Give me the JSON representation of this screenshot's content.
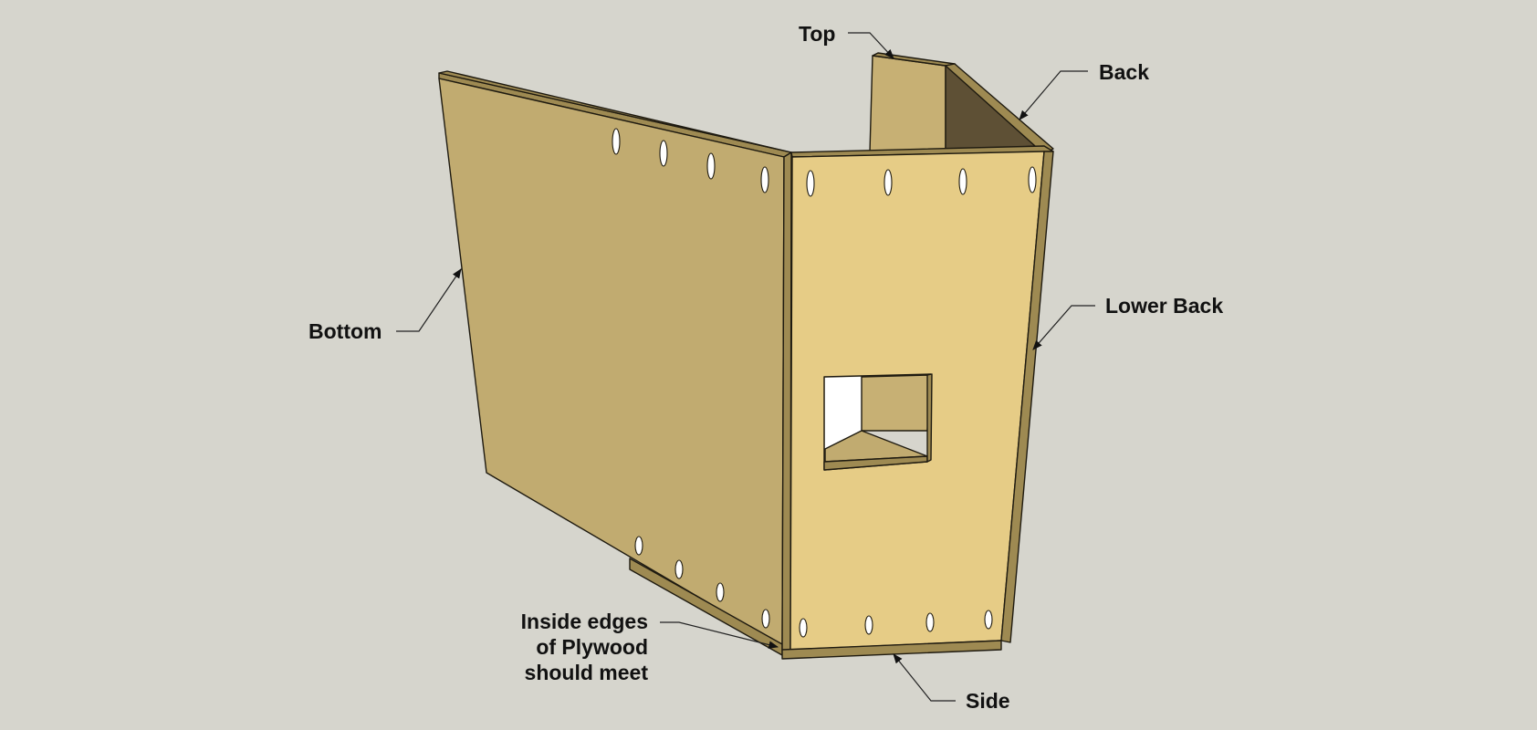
{
  "labels": {
    "top": "Top",
    "back": "Back",
    "bottom": "Bottom",
    "lower_back": "Lower Back",
    "inside_edges_line1": "Inside edges",
    "inside_edges_line2": "of Plywood",
    "inside_edges_line3": "should meet",
    "side": "Side"
  },
  "colors": {
    "background": "#d6d5cd",
    "side_panel": "#e6cc86",
    "bottom_panel": "#c1ab70",
    "panel_edge": "#9e8a52",
    "interior_shadow": "#5e5035",
    "top_panel": "#c7b074",
    "outline": "#1e1a10"
  }
}
